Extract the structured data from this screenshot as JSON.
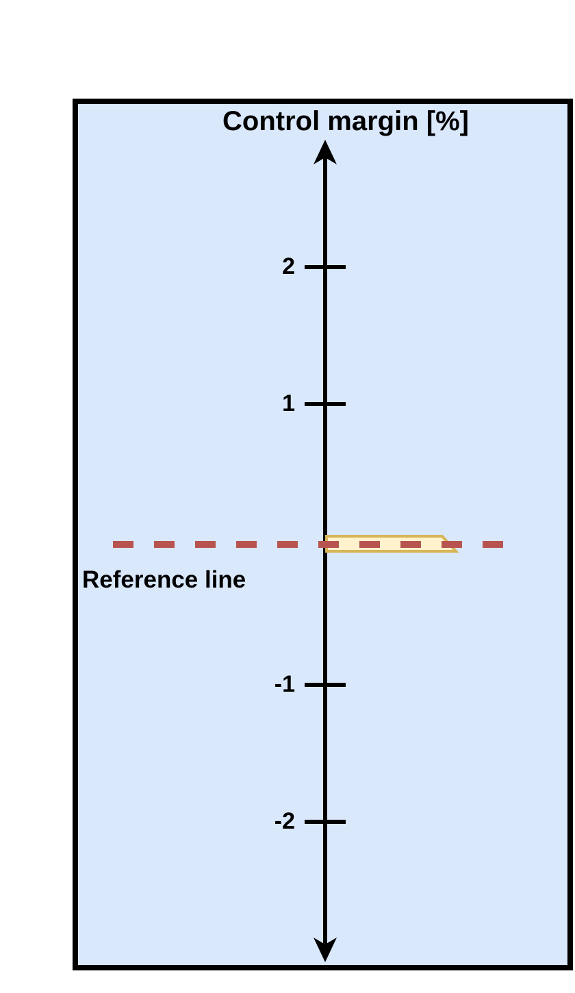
{
  "diagram": {
    "axis_title": "Control margin [%]",
    "reference_label": "Reference line",
    "ticks": [
      {
        "value": 2,
        "label": "2"
      },
      {
        "value": 1,
        "label": "1"
      },
      {
        "value": -1,
        "label": "-1"
      },
      {
        "value": -2,
        "label": "-2"
      }
    ],
    "colors": {
      "panel_fill": "#dae8fc",
      "panel_border": "#000000",
      "axis": "#000000",
      "reference_line": "#b85450",
      "band_fill": "#fff2cc",
      "band_border": "#d6b656"
    }
  }
}
